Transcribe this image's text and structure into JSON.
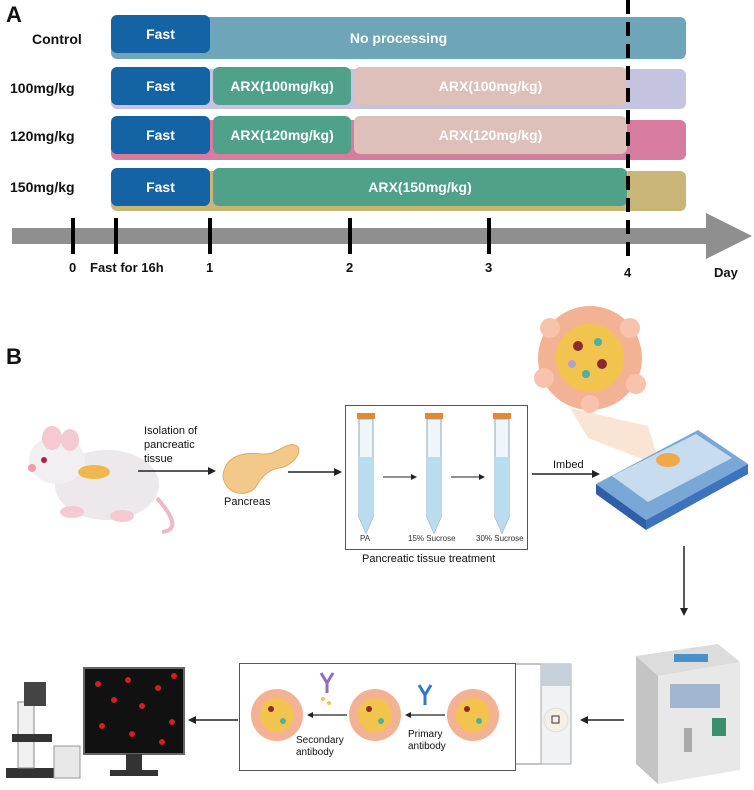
{
  "panel_a": {
    "letter": "A",
    "rows": [
      {
        "label": "Control",
        "fast": "Fast",
        "treatment": "No processing"
      },
      {
        "label": "100mg/kg",
        "fast": "Fast",
        "dose1": "ARX(100mg/kg)",
        "dose2": "ARX(100mg/kg)"
      },
      {
        "label": "120mg/kg",
        "fast": "Fast",
        "dose1": "ARX(120mg/kg)",
        "dose2": "ARX(120mg/kg)"
      },
      {
        "label": "150mg/kg",
        "fast": "Fast",
        "dose1": "ARX(150mg/kg)"
      }
    ],
    "timeline": {
      "ticks": [
        "0",
        "Fast for 16h",
        "1",
        "2",
        "3",
        "4"
      ],
      "unit_label": "Day"
    },
    "colors": {
      "fast": "#1464a5",
      "control": "#6ea5b8",
      "arx_green": "#4fa18a",
      "arx_pink_light": "#dcc0b9",
      "bg_100": "#c4c4e0",
      "bg_120": "#d77ca0",
      "bg_150": "#c9b578",
      "axis": "#8f8f8f"
    }
  },
  "panel_b": {
    "letter": "B",
    "isolation_label": [
      "Isolation of",
      "pancreatic",
      "tissue"
    ],
    "pancreas_label": "Pancreas",
    "tubes": [
      "PA",
      "15% Sucrose",
      "30% Sucrose"
    ],
    "treatment_caption": "Pancreatic tissue treatment",
    "imbed_label": "Imbed",
    "secondary_label": [
      "Secondary",
      "antibody"
    ],
    "primary_label": [
      "Primary",
      "antibody"
    ]
  }
}
